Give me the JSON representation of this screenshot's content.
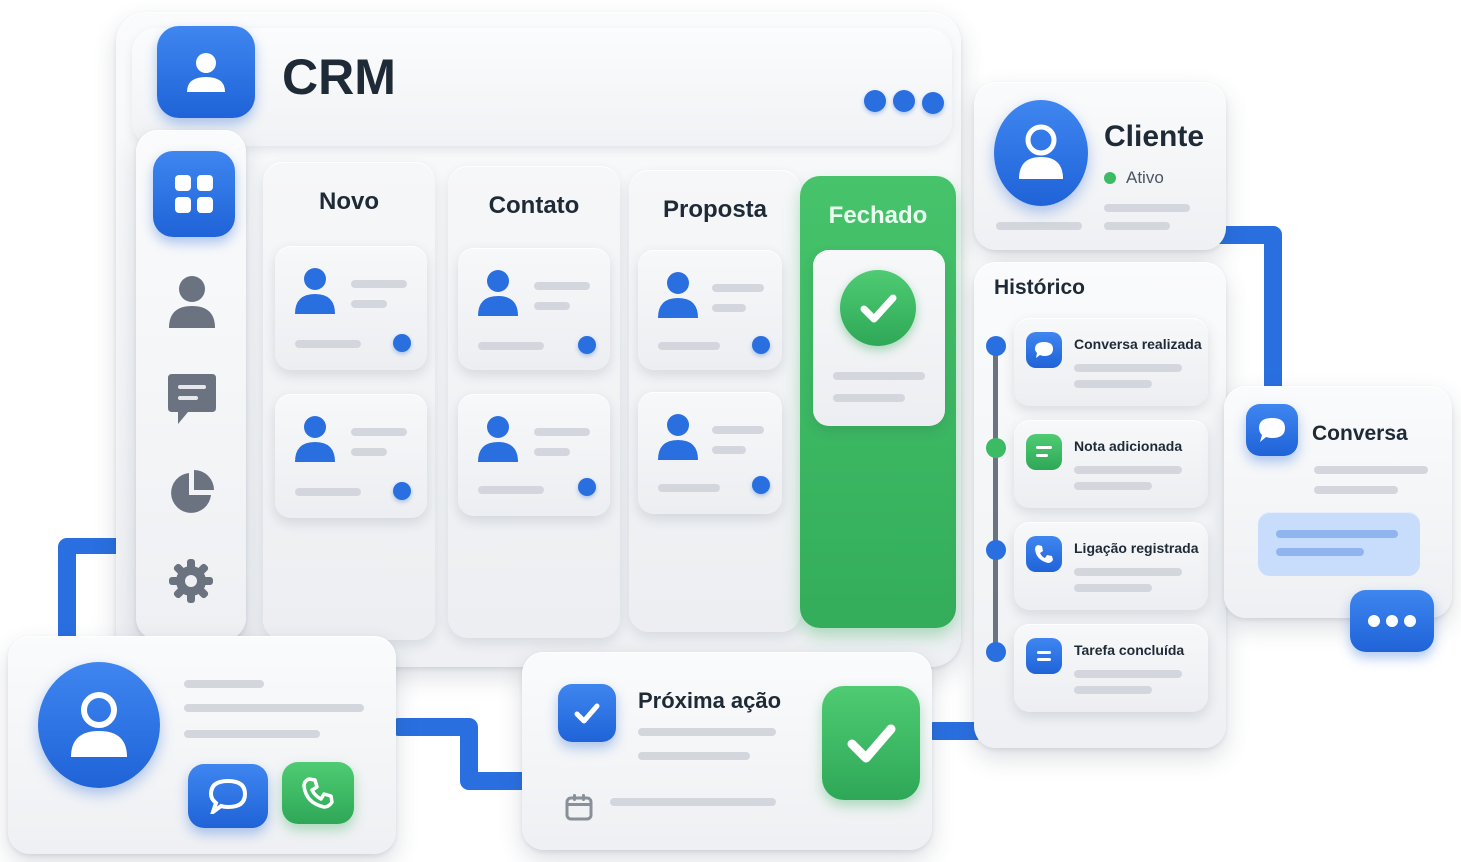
{
  "app": {
    "title": "CRM"
  },
  "pipeline": {
    "columns": [
      {
        "label": "Novo"
      },
      {
        "label": "Contato"
      },
      {
        "label": "Proposta"
      },
      {
        "label": "Fechado"
      }
    ]
  },
  "client": {
    "title": "Cliente",
    "status": "Ativo"
  },
  "history": {
    "title": "Histórico",
    "items": [
      {
        "label": "Conversa realizada",
        "icon": "chat-icon"
      },
      {
        "label": "Nota adicionada",
        "icon": "note-icon"
      },
      {
        "label": "Ligação registrada",
        "icon": "phone-icon"
      },
      {
        "label": "Tarefa concluída",
        "icon": "task-icon"
      }
    ]
  },
  "conversation": {
    "title": "Conversa"
  },
  "next_action": {
    "title": "Próxima ação"
  },
  "colors": {
    "primary": "#2a6fe0",
    "success": "#3dbb64",
    "surface": "#f2f4f6",
    "text": "#1f2a37"
  }
}
